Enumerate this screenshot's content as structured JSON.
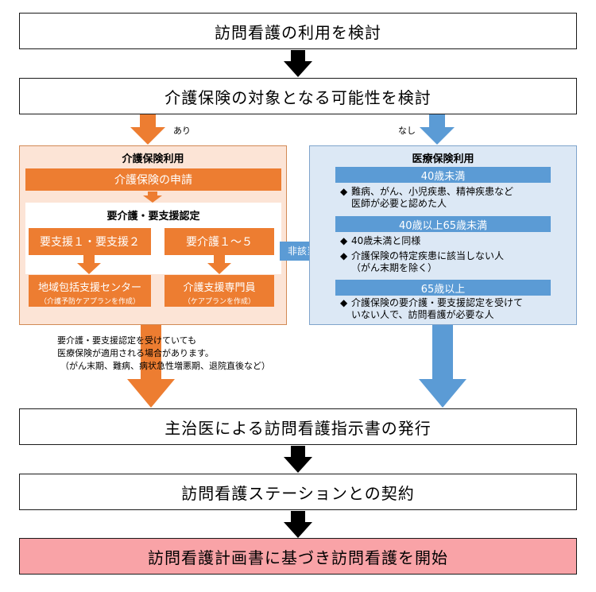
{
  "steps": {
    "s1": "訪問看護の利用を検討",
    "s2": "介護保険の対象となる可能性を検討",
    "s3": "主治医による訪問看護指示書の発行",
    "s4": "訪問看護ステーションとの契約",
    "s5": "訪問看護計画書に基づき訪問看護を開始"
  },
  "branch": {
    "yes": "あり",
    "no": "なし",
    "not_applicable": "非該当"
  },
  "care": {
    "title": "介護保険利用",
    "apply": "介護保険の申請",
    "cert": "要介護・要支援認定",
    "support": "要支援１・要支援２",
    "care_level": "要介護１～５",
    "center": "地域包括支援センター",
    "center_sub": "（介護予防ケアプランを作成）",
    "manager": "介護支援専門員",
    "manager_sub": "（ケアプランを作成）"
  },
  "medical": {
    "title": "医療保険利用",
    "groups": [
      {
        "label": "40歳未満",
        "items": [
          "難病、がん、小児疾患、精神疾患など",
          "医師が必要と認めた人"
        ]
      },
      {
        "label": "40歳以上65歳未満",
        "items": [
          "40歳未満と同様",
          "介護保険の特定疾患に該当しない人",
          "（がん末期を除く）"
        ]
      },
      {
        "label": "65歳以上",
        "items": [
          "介護保険の要介護・要支援認定を受けて",
          "いない人で、訪問看護が必要な人"
        ]
      }
    ]
  },
  "note": {
    "line1": "要介護・要支援認定を受けていても",
    "line2": "医療保険が適用される場合があります。",
    "line3": "（がん末期、難病、病状急性増悪期、退院直後など）"
  },
  "colors": {
    "orange": "#ed7d31",
    "blue": "#5b9bd5",
    "black": "#000000",
    "final": "#f9a3a7"
  }
}
